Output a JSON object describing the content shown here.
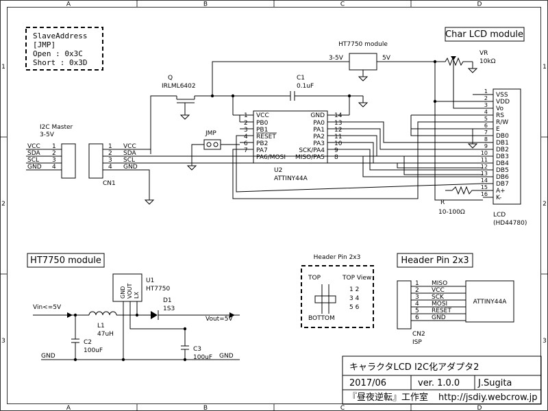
{
  "grid": {
    "columns": [
      "A",
      "B",
      "C",
      "D"
    ],
    "rows": [
      "1",
      "2",
      "3"
    ]
  },
  "note": {
    "line1": "SlaveAddress",
    "line2": "[JMP]",
    "line3": "Open  : 0x3C",
    "line4": "Short : 0x3D"
  },
  "section_titles": {
    "char_lcd": "Char LCD module",
    "ht7750": "HT7750 module",
    "header_pin": "Header Pin 2x3"
  },
  "top": {
    "ht7750_module": "HT7750 module",
    "in_3v5": "3-5V",
    "out_5v": "5V",
    "vr_ref": "VR",
    "vr_value": "10kΩ",
    "q_ref": "Q",
    "q_part": "IRLML6402",
    "c1_ref": "C1",
    "c1_value": "0.1uF",
    "jmp": "JMP",
    "i2c_master": "I2C Master",
    "i2c_voltage": "3-5V",
    "cn1": "CN1",
    "r_ref": "R",
    "r_value": "10-100Ω",
    "lcd_ref": "LCD",
    "lcd_part": "(HD44780)"
  },
  "master_pins": [
    {
      "name": "VCC",
      "num": "1"
    },
    {
      "name": "SDA",
      "num": "2"
    },
    {
      "name": "SCL",
      "num": "3"
    },
    {
      "name": "GND",
      "num": "4"
    }
  ],
  "cn1_pins": [
    {
      "num": "1",
      "name": "VCC"
    },
    {
      "num": "2",
      "name": "SDA"
    },
    {
      "num": "3",
      "name": "SCL"
    },
    {
      "num": "4",
      "name": "GND"
    }
  ],
  "mcu": {
    "ref": "U2",
    "part": "ATTINY44A",
    "left": [
      {
        "num": "1",
        "name": "VCC"
      },
      {
        "num": "2",
        "name": "PB0"
      },
      {
        "num": "3",
        "name": "PB1"
      },
      {
        "num": "4",
        "name": "RESET"
      },
      {
        "num": "6",
        "name": "PB2"
      },
      {
        "num": "7",
        "name": "PA7"
      },
      {
        "num": "",
        "name": "PA6/MOSI"
      }
    ],
    "right": [
      {
        "num": "14",
        "name": "GND"
      },
      {
        "num": "13",
        "name": "PA0"
      },
      {
        "num": "12",
        "name": "PA1"
      },
      {
        "num": "11",
        "name": "PA2"
      },
      {
        "num": "10",
        "name": "PA3"
      },
      {
        "num": "9",
        "name": "SCK/PA4"
      },
      {
        "num": "8",
        "name": "MISO/PA5"
      }
    ]
  },
  "lcd_pins": [
    {
      "num": "1",
      "name": "VSS"
    },
    {
      "num": "2",
      "name": "VDD"
    },
    {
      "num": "3",
      "name": "Vo"
    },
    {
      "num": "4",
      "name": "RS"
    },
    {
      "num": "5",
      "name": "R/W"
    },
    {
      "num": "6",
      "name": "E"
    },
    {
      "num": "7",
      "name": "DB0"
    },
    {
      "num": "8",
      "name": "DB1"
    },
    {
      "num": "9",
      "name": "DB2"
    },
    {
      "num": "10",
      "name": "DB3"
    },
    {
      "num": "11",
      "name": "DB4"
    },
    {
      "num": "12",
      "name": "DB5"
    },
    {
      "num": "13",
      "name": "DB6"
    },
    {
      "num": "14",
      "name": "DB7"
    },
    {
      "num": "15",
      "name": "A+"
    },
    {
      "num": "16",
      "name": "K-"
    }
  ],
  "power": {
    "u1_ref": "U1",
    "u1_part": "HT7750",
    "pin_gnd": "GND",
    "pin_vout": "VOUT",
    "pin_lx": "LX",
    "vin": "Vin<=5V",
    "vout": "Vout=5V",
    "l1_ref": "L1",
    "l1_value": "47uH",
    "d1_ref": "D1",
    "d1_part": "1S3",
    "c2_ref": "C2",
    "c2_value": "100uF",
    "c3_ref": "C3",
    "c3_value": "100uF",
    "gnd_left": "GND",
    "gnd_right": "GND"
  },
  "header_view": {
    "title": "Header Pin 2x3",
    "top": "TOP",
    "top_view": "TOP View",
    "bottom": "BOTTOM",
    "row1": "1 2",
    "row2": "3 4",
    "row3": "5 6"
  },
  "isp": {
    "pins": [
      {
        "num": "1",
        "name": "MISO"
      },
      {
        "num": "2",
        "name": "VCC"
      },
      {
        "num": "3",
        "name": "SCK"
      },
      {
        "num": "4",
        "name": "MOSI"
      },
      {
        "num": "5",
        "name": "RESET"
      },
      {
        "num": "6",
        "name": "GND"
      }
    ],
    "target": "ATTINY44A",
    "cn2": "CN2",
    "label": "ISP"
  },
  "title_block": {
    "title": "キャラクタLCD I2C化アダプタ2",
    "date": "2017/06",
    "version": "ver. 1.0.0",
    "author": "J.Sugita",
    "studio": "『昼夜逆転』工作室",
    "url": "http://jsdiy.webcrow.jp"
  }
}
